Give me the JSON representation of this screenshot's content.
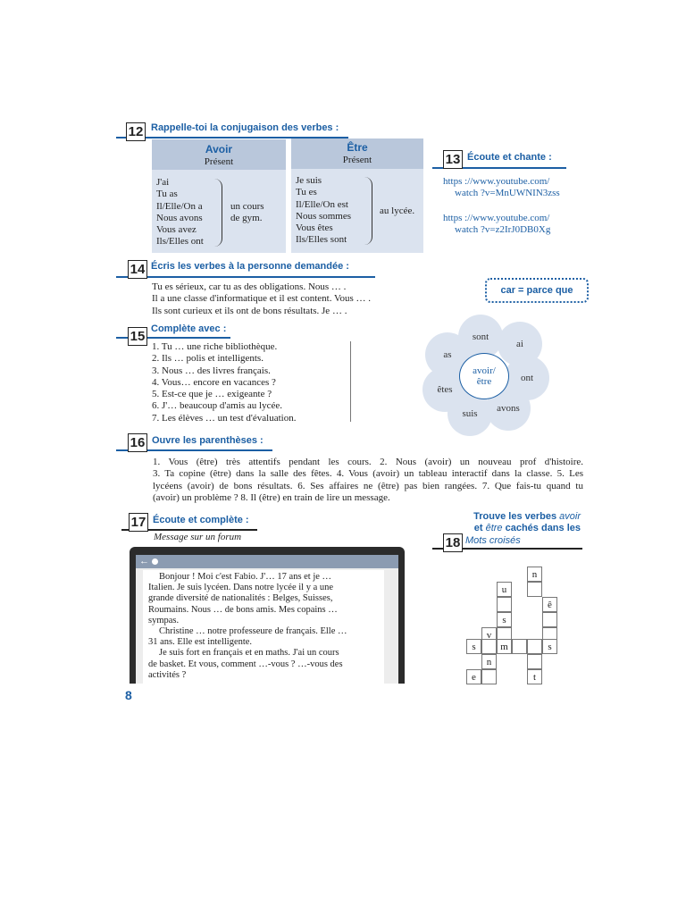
{
  "ex12": {
    "num": "12",
    "title": "Rappelle-toi la conjugaison des verbes :",
    "avoir": {
      "verb": "Avoir",
      "tense": "Présent",
      "forms": [
        "J'ai",
        "Tu as",
        "Il/Elle/On a",
        "Nous avons",
        "Vous avez",
        "Ils/Elles ont"
      ],
      "complement_1": "un cours",
      "complement_2": "de gym."
    },
    "etre": {
      "verb": "Être",
      "tense": "Présent",
      "forms": [
        "Je suis",
        "Tu es",
        "Il/Elle/On est",
        "Nous sommes",
        "Vous êtes",
        "Ils/Elles sont"
      ],
      "complement": "au lycée."
    }
  },
  "ex13": {
    "num": "13",
    "title": "Écoute et chante :",
    "links": [
      [
        "https ://www.youtube.com/",
        "watch ?v=MnUWNIN3zss"
      ],
      [
        "https ://www.youtube.com/",
        "watch ?v=z2IrJ0DB0Xg"
      ]
    ]
  },
  "ex14": {
    "num": "14",
    "title": "Écris les verbes à la personne demandée :",
    "lines": [
      "Tu es sérieux, car tu as des obligations. Nous … .",
      "Il a une classe d'informatique et il est content. Vous  … .",
      "Ils sont curieux et ils ont de bons résultats. Je  … ."
    ],
    "note": "car = parce que"
  },
  "ex15": {
    "num": "15",
    "title": "Complète avec :",
    "items": [
      "1. Tu … une riche bibliothèque.",
      "2. Ils … polis et intelligents.",
      "3. Nous … des livres français.",
      "4. Vous… encore en vacances ?",
      "5. Est-ce que je … exigeante ?",
      "6. J'… beaucoup d'amis au lycée.",
      "7. Les élèves … un test d'évaluation."
    ],
    "flower_center": [
      "avoir/",
      "être"
    ],
    "petals": [
      "sont",
      "ai",
      "ont",
      "avons",
      "suis",
      "êtes",
      "as"
    ]
  },
  "ex16": {
    "num": "16",
    "title": "Ouvre les parenthèses :",
    "lines": [
      "1. Vous (être) très attentifs pendant les cours. 2. Nous (avoir) un nouveau prof d'histoire.",
      "3. Ta copine (être) dans la salle des fêtes. 4. Vous (avoir) un tableau interactif dans la classe. 5. Les",
      "lycéens (avoir) de bons résultats. 6. Ses affaires ne (être) pas bien rangées. 7. Que fais-tu quand tu",
      "(avoir) un problème ? 8. Il (être) en train de lire un message."
    ]
  },
  "ex17": {
    "num": "17",
    "title": "Écoute et complète :",
    "subtitle": "Message sur un forum",
    "message": [
      "Bonjour ! Moi c'est Fabio. J'… 17 ans et je …",
      "Italien. Je suis lycéen. Dans notre lycée il y a une",
      "grande diversité de nationalités : Belges, Suisses,",
      "Roumains. Nous … de bons amis. Mes copains …",
      "sympas.",
      "Christine … notre professeure de français. Elle …",
      "31 ans. Elle est intelligente.",
      "Je suis fort en français et en maths. J'ai un cours",
      "de basket. Et vous, comment …-vous ? …-vous des",
      "activités ?"
    ]
  },
  "ex18": {
    "num": "18",
    "title_line1": "Trouve les verbes",
    "title_avoir": "avoir",
    "title_line2_a": "et",
    "title_etre": "être",
    "title_line2_b": "cachés dans les",
    "title_line3": "Mots croisés",
    "letters": [
      "n",
      "u",
      "ê",
      "s",
      "v",
      "s",
      "m",
      "s",
      "n",
      "e",
      "t"
    ]
  },
  "page_number": "8"
}
